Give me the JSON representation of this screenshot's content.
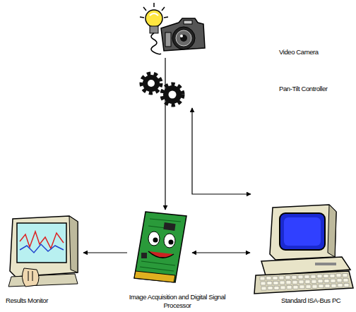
{
  "diagram": {
    "nodes": [
      {
        "text": [
          "Video Camera"
        ]
      },
      {
        "text": [
          "Pan-Tilt Controller"
        ]
      },
      {
        "text": [
          "Results Monitor"
        ]
      },
      {
        "text": [
          "Image Acquisition and Digital Signal Processor"
        ]
      },
      {
        "text": [
          "Standard ISA-Bus PC"
        ]
      }
    ],
    "edges": [
      {
        "from": 0,
        "to": 3,
        "arrow": "to"
      },
      {
        "from": 3,
        "to": 2,
        "arrow": "to"
      },
      {
        "from": 3,
        "to": 4,
        "arrow": "both"
      },
      {
        "from": 4,
        "to": 1,
        "arrow": "both"
      }
    ]
  }
}
